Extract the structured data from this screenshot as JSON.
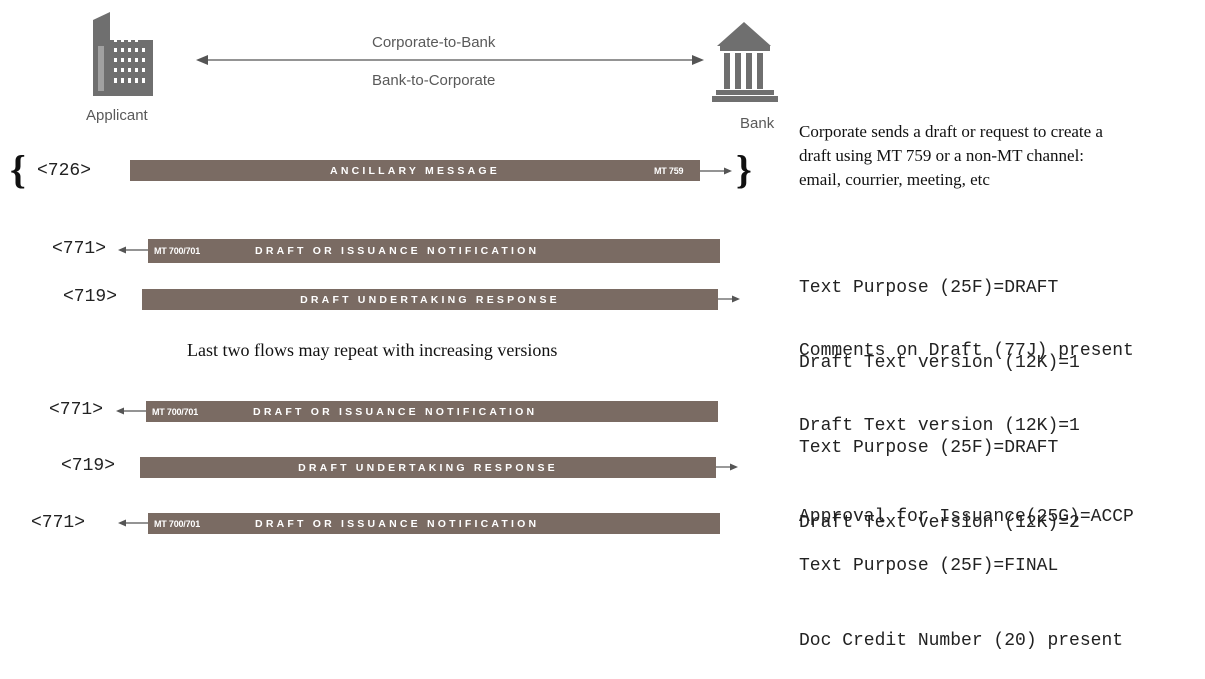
{
  "header": {
    "left_actor": "Applicant",
    "right_actor": "Bank",
    "top_flow": "Corporate-to-Bank",
    "bottom_flow": "Bank-to-Corporate"
  },
  "intro_note": [
    "Corporate sends a draft or request to create a",
    "draft using MT 759 or a non-MT channel:",
    "email, courrier, meeting, etc"
  ],
  "flows": [
    {
      "code": "<726>",
      "label": "ANCILLARY MESSAGE",
      "mt": "MT 759"
    },
    {
      "code": "<771>",
      "label": "DRAFT OR ISSUANCE NOTIFICATION",
      "mt": "MT 700/701",
      "notes": [
        "Text Purpose (25F)=DRAFT",
        "Draft Text version (12K)=1"
      ]
    },
    {
      "code": "<719>",
      "label": "DRAFT UNDERTAKING RESPONSE",
      "notes": [
        "Comments on Draft (77J) present",
        "Draft Text version (12K)=1"
      ]
    },
    {
      "code": "<771>",
      "label": "DRAFT OR ISSUANCE NOTIFICATION",
      "mt": "MT 700/701",
      "notes": [
        "Text Purpose (25F)=DRAFT",
        "Draft Text version (12K)=2"
      ]
    },
    {
      "code": "<719>",
      "label": "DRAFT UNDERTAKING RESPONSE",
      "notes": [
        "Approval for Issuance(25G)=ACCP"
      ]
    },
    {
      "code": "<771>",
      "label": "DRAFT OR ISSUANCE NOTIFICATION",
      "mt": "MT 700/701",
      "notes": [
        "Text Purpose (25F)=FINAL",
        "Doc Credit Number (20) present"
      ]
    }
  ],
  "repeat_note": "Last two flows may repeat with increasing versions",
  "icons": {
    "applicant": "office-building-icon",
    "bank": "bank-building-icon"
  },
  "colors": {
    "bar": "#7a6b63",
    "icon": "#6f6f6f",
    "arrow": "#555555"
  }
}
